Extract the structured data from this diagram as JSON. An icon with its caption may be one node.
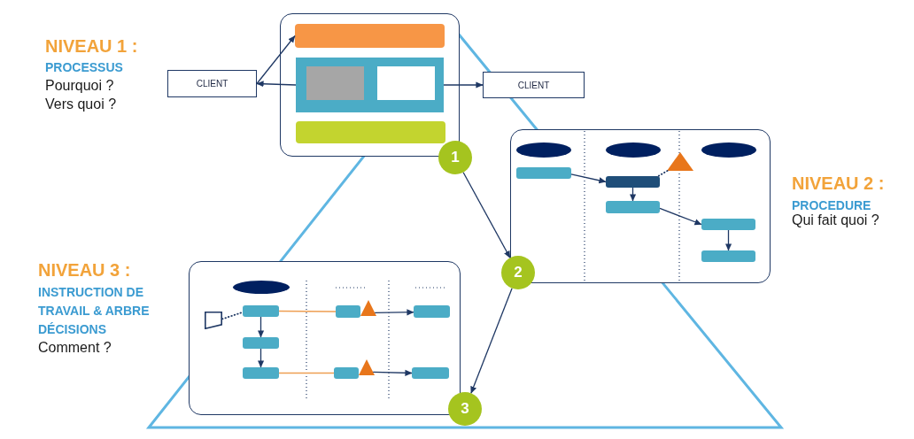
{
  "diagram": {
    "nodes": [
      {
        "text": [],
        "shape": "box"
      },
      {
        "text": [],
        "shape": "bar",
        "in": 0
      },
      {
        "text": [],
        "shape": "box",
        "in": 0
      },
      {
        "text": [],
        "shape": "box",
        "in": 2
      },
      {
        "text": [],
        "shape": "box",
        "in": 2
      },
      {
        "text": [],
        "shape": "bar",
        "in": 0
      },
      {
        "text": [
          "CLIENT"
        ]
      },
      {
        "text": [
          "CLIENT"
        ]
      },
      {
        "text": [
          "1"
        ]
      },
      {
        "text": [],
        "shape": "box"
      },
      {
        "text": [],
        "shape": "ellipse",
        "in": 9
      },
      {
        "text": [],
        "shape": "ellipse",
        "in": 9
      },
      {
        "text": [],
        "shape": "ellipse",
        "in": 9
      },
      {
        "text": [],
        "shape": "triangle",
        "in": 9
      },
      {
        "text": [],
        "shape": "box",
        "in": 9
      },
      {
        "text": [],
        "shape": "box",
        "in": 9
      },
      {
        "text": [],
        "shape": "box",
        "in": 9
      },
      {
        "text": [],
        "shape": "box",
        "in": 9
      },
      {
        "text": [],
        "shape": "box",
        "in": 9
      },
      {
        "text": [
          "2"
        ]
      },
      {
        "text": [],
        "shape": "box"
      },
      {
        "text": [],
        "shape": "ellipse",
        "in": 20
      },
      {
        "text": [],
        "shape": "document",
        "in": 20
      },
      {
        "text": [],
        "shape": "box",
        "in": 20
      },
      {
        "text": [],
        "shape": "box",
        "in": 20
      },
      {
        "text": [],
        "shape": "triangle",
        "in": 20
      },
      {
        "text": [],
        "shape": "box",
        "in": 20
      },
      {
        "text": [],
        "shape": "box",
        "in": 20
      },
      {
        "text": [],
        "shape": "box",
        "in": 20
      },
      {
        "text": [],
        "shape": "box",
        "in": 20
      },
      {
        "text": [],
        "shape": "triangle",
        "in": 20
      },
      {
        "text": [],
        "shape": "box",
        "in": 20
      },
      {
        "text": [
          "3"
        ]
      }
    ],
    "edges": [
      {
        "from": 6,
        "to": 1,
        "arrow": "to"
      },
      {
        "from": 2,
        "to": 6,
        "arrow": "to"
      },
      {
        "from": 2,
        "to": 7,
        "arrow": "to"
      },
      {
        "from": 8,
        "to": 19,
        "arrow": "to"
      },
      {
        "from": 19,
        "to": 32,
        "arrow": "to"
      },
      {
        "from": 14,
        "to": 15,
        "arrow": "to"
      },
      {
        "from": 15,
        "to": 16,
        "arrow": "to"
      },
      {
        "from": 16,
        "to": 17,
        "arrow": "to"
      },
      {
        "from": 17,
        "to": 18,
        "arrow": "to"
      },
      {
        "from": 13,
        "to": 15,
        "arrow": "none",
        "style": "dashed"
      },
      {
        "from": 22,
        "to": 23,
        "arrow": "none",
        "style": "dashed"
      },
      {
        "from": 23,
        "to": 27,
        "arrow": "to"
      },
      {
        "from": 27,
        "to": 28,
        "arrow": "to"
      },
      {
        "from": 23,
        "to": 24,
        "arrow": "none",
        "color": "#ee9e52"
      },
      {
        "from": 25,
        "to": 26,
        "arrow": "to"
      },
      {
        "from": 28,
        "to": 29,
        "arrow": "none",
        "color": "#ee9e52"
      },
      {
        "from": 30,
        "to": 31,
        "arrow": "to"
      }
    ],
    "labels": [
      "NIVEAU 1 :",
      "PROCESSUS",
      "Pourquoi ?",
      "Vers quoi ?",
      "NIVEAU 2 :",
      "PROCEDURE",
      "Qui fait quoi ?",
      "NIVEAU 3 :",
      "INSTRUCTION DE TRAVAIL & ARBRE DÉCISIONS",
      "Comment ?"
    ]
  }
}
